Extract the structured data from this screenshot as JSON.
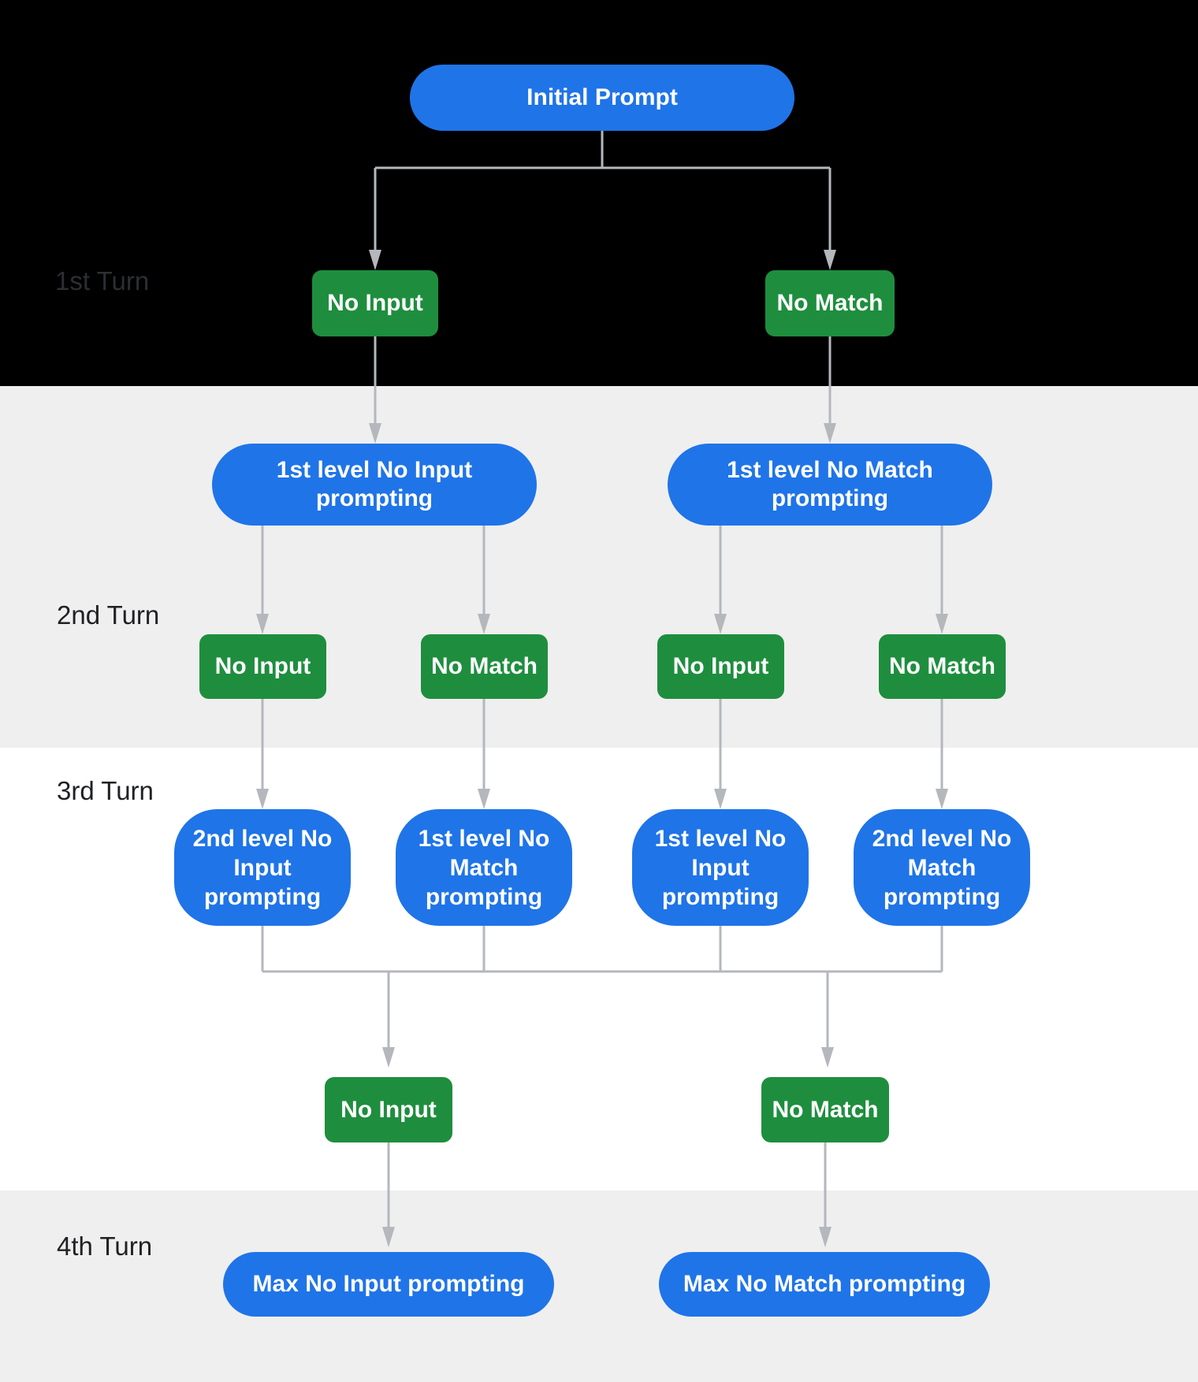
{
  "turn_labels": {
    "turn1": "1st Turn",
    "turn2": "2nd Turn",
    "turn3": "3rd Turn",
    "turn4": "4th Turn"
  },
  "nodes": {
    "initial": {
      "label": "Initial Prompt"
    },
    "t1_left": {
      "label": "No Input"
    },
    "t1_right": {
      "label": "No Match"
    },
    "t2_left": {
      "lines": [
        "1st level No Input",
        "prompting"
      ]
    },
    "t2_right": {
      "lines": [
        "1st level No Match",
        "prompting"
      ]
    },
    "t2_outcomes": [
      "No Input",
      "No Match",
      "No Input",
      "No Match"
    ],
    "t3": [
      {
        "lines": [
          "2nd level No",
          "Input",
          "prompting"
        ]
      },
      {
        "lines": [
          "1st level No",
          "Match",
          "prompting"
        ]
      },
      {
        "lines": [
          "1st level No",
          "Input",
          "prompting"
        ]
      },
      {
        "lines": [
          "2nd level No",
          "Match",
          "prompting"
        ]
      }
    ],
    "t4_pre_left": {
      "label": "No Input"
    },
    "t4_pre_right": {
      "label": "No Match"
    },
    "t4_left": {
      "label": "Max No Input prompting"
    },
    "t4_right": {
      "label": "Max No Match prompting"
    }
  },
  "colors": {
    "node_blue": "#1f74e8",
    "node_green": "#1e8e3e",
    "connector": "#b4b7bc",
    "band_black": "#000000",
    "band_gray": "#efefef",
    "band_white": "#ffffff",
    "label_dark": "#202124",
    "label_on_black": "#2b2f33",
    "node_text": "#ffffff"
  }
}
